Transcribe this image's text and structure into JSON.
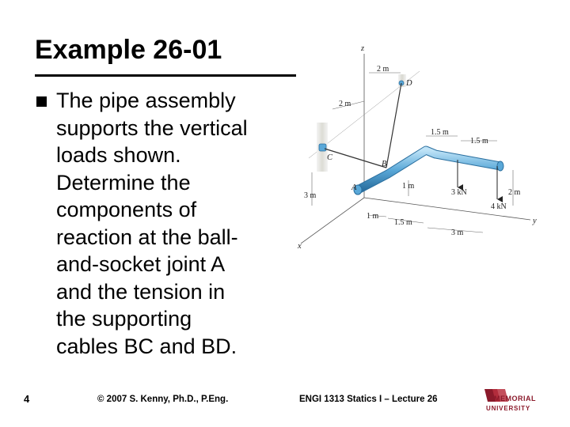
{
  "slide": {
    "title": "Example 26-01",
    "bullet_lines": [
      "The pipe assembly",
      "supports the vertical",
      "loads shown.",
      "Determine the",
      "components of",
      "reaction at the ball-",
      "and-socket joint A",
      "and the tension in",
      "the supporting",
      "cables BC and BD."
    ]
  },
  "figure": {
    "axis_z": "z",
    "axis_x": "x",
    "axis_y": "y",
    "point_A": "A",
    "point_B": "B",
    "point_C": "C",
    "point_D": "D",
    "dim_2m_top": "2 m",
    "dim_2m_left": "2 m",
    "dim_1_5m_a": "1.5 m",
    "dim_1_5m_b": "1.5 m",
    "dim_1m_vert": "1 m",
    "dim_3m_left": "3 m",
    "dim_2m_right": "2 m",
    "dim_1m_bottom": "1 m",
    "dim_1_5m_bottom": "1.5 m",
    "dim_3m_bottom": "3 m",
    "load_3kN": "3 kN",
    "load_4kN": "4 kN"
  },
  "footer": {
    "page_number": "4",
    "copyright": "© 2007 S. Kenny, Ph.D., P.Eng.",
    "course": "ENGI 1313 Statics I – Lecture 26"
  },
  "logo": {
    "line1": "MEMORIAL",
    "line2": "UNIVERSITY",
    "color": "#8b1a2b"
  }
}
